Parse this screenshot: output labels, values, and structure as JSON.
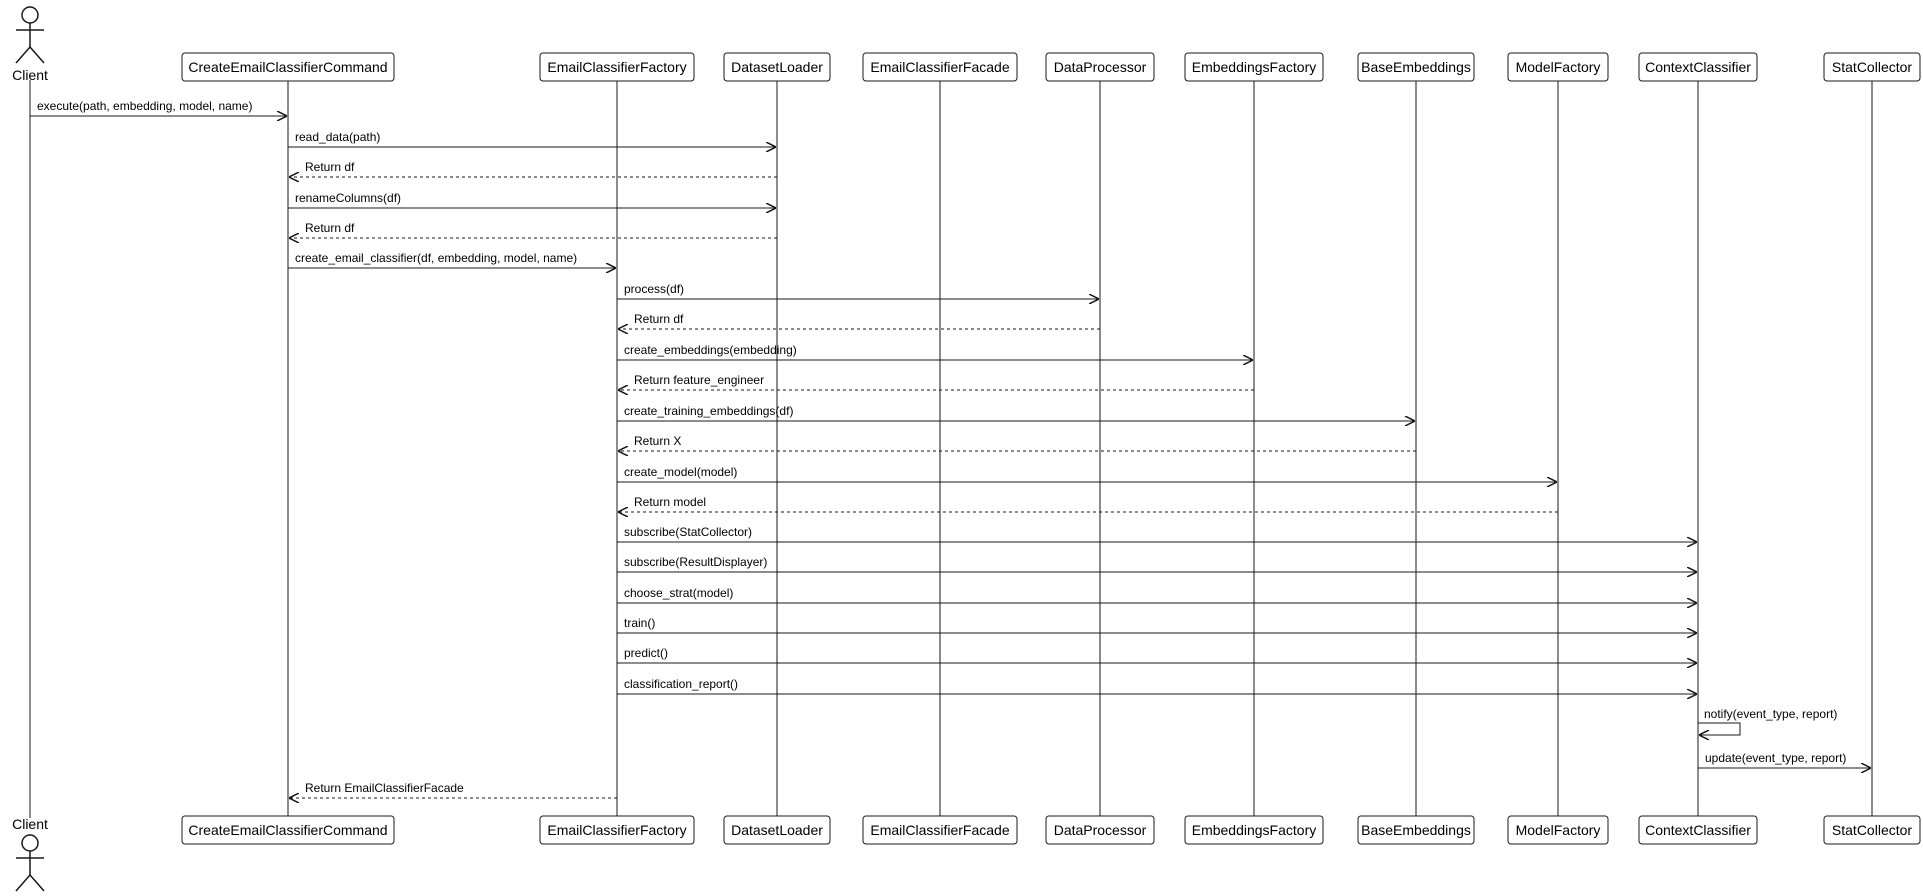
{
  "diagram": {
    "type": "sequence-diagram",
    "participants": [
      {
        "id": "client",
        "label": "Client",
        "kind": "actor"
      },
      {
        "id": "command",
        "label": "CreateEmailClassifierCommand",
        "kind": "participant"
      },
      {
        "id": "factory",
        "label": "EmailClassifierFactory",
        "kind": "participant"
      },
      {
        "id": "loader",
        "label": "DatasetLoader",
        "kind": "participant"
      },
      {
        "id": "facade",
        "label": "EmailClassifierFacade",
        "kind": "participant"
      },
      {
        "id": "processor",
        "label": "DataProcessor",
        "kind": "participant"
      },
      {
        "id": "embfactory",
        "label": "EmbeddingsFactory",
        "kind": "participant"
      },
      {
        "id": "baseemb",
        "label": "BaseEmbeddings",
        "kind": "participant"
      },
      {
        "id": "modelfactory",
        "label": "ModelFactory",
        "kind": "participant"
      },
      {
        "id": "context",
        "label": "ContextClassifier",
        "kind": "participant"
      },
      {
        "id": "stat",
        "label": "StatCollector",
        "kind": "participant"
      }
    ],
    "messages": [
      {
        "from": "client",
        "to": "command",
        "label": "execute(path, embedding, model, name)",
        "kind": "call"
      },
      {
        "from": "command",
        "to": "loader",
        "label": "read_data(path)",
        "kind": "call"
      },
      {
        "from": "loader",
        "to": "command",
        "label": "Return df",
        "kind": "reply"
      },
      {
        "from": "command",
        "to": "loader",
        "label": "renameColumns(df)",
        "kind": "call"
      },
      {
        "from": "loader",
        "to": "command",
        "label": "Return df",
        "kind": "reply"
      },
      {
        "from": "command",
        "to": "factory",
        "label": "create_email_classifier(df, embedding, model, name)",
        "kind": "call"
      },
      {
        "from": "factory",
        "to": "processor",
        "label": "process(df)",
        "kind": "call"
      },
      {
        "from": "processor",
        "to": "factory",
        "label": "Return df",
        "kind": "reply"
      },
      {
        "from": "factory",
        "to": "embfactory",
        "label": "create_embeddings(embedding)",
        "kind": "call"
      },
      {
        "from": "embfactory",
        "to": "factory",
        "label": "Return feature_engineer",
        "kind": "reply"
      },
      {
        "from": "factory",
        "to": "baseemb",
        "label": "create_training_embeddings(df)",
        "kind": "call"
      },
      {
        "from": "baseemb",
        "to": "factory",
        "label": "Return X",
        "kind": "reply"
      },
      {
        "from": "factory",
        "to": "modelfactory",
        "label": "create_model(model)",
        "kind": "call"
      },
      {
        "from": "modelfactory",
        "to": "factory",
        "label": "Return model",
        "kind": "reply"
      },
      {
        "from": "factory",
        "to": "context",
        "label": "subscribe(StatCollector)",
        "kind": "call"
      },
      {
        "from": "factory",
        "to": "context",
        "label": "subscribe(ResultDisplayer)",
        "kind": "call"
      },
      {
        "from": "factory",
        "to": "context",
        "label": "choose_strat(model)",
        "kind": "call"
      },
      {
        "from": "factory",
        "to": "context",
        "label": "train()",
        "kind": "call"
      },
      {
        "from": "factory",
        "to": "context",
        "label": "predict()",
        "kind": "call"
      },
      {
        "from": "factory",
        "to": "context",
        "label": "classification_report()",
        "kind": "call"
      },
      {
        "from": "context",
        "to": "context",
        "label": "notify(event_type, report)",
        "kind": "self"
      },
      {
        "from": "context",
        "to": "stat",
        "label": "update(event_type, report)",
        "kind": "call"
      },
      {
        "from": "factory",
        "to": "command",
        "label": "Return EmailClassifierFacade",
        "kind": "reply"
      }
    ]
  }
}
